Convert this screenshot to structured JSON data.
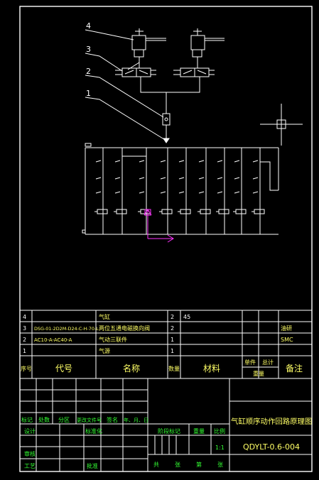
{
  "callouts": [
    "4",
    "3",
    "2",
    "1"
  ],
  "bom_rows": [
    {
      "seq": "4",
      "code": "",
      "name": "气缸",
      "qty": "2",
      "material": "45",
      "remark": ""
    },
    {
      "seq": "3",
      "code": "DSG-01-2D2M-D24-C-H-70-L",
      "name": "两位五通电磁换向阀",
      "qty": "2",
      "material": "",
      "remark": "油研"
    },
    {
      "seq": "2",
      "code": "AC10-A-AC40-A",
      "name": "气动三联件",
      "qty": "1",
      "material": "",
      "remark": "SMC"
    },
    {
      "seq": "1",
      "code": "",
      "name": "气源",
      "qty": "1",
      "material": "",
      "remark": ""
    }
  ],
  "bom_header": {
    "seq": "序号",
    "code": "代号",
    "name": "名称",
    "qty": "数量",
    "material": "材料",
    "unit_weight": "单件",
    "total_weight": "总计",
    "weight": "重量",
    "remark": "备注"
  },
  "title_block": {
    "drawing_title": "气缸顺序动作回路原理图",
    "drawing_number": "QDYLT-0.6-004",
    "row_labels": [
      "标记",
      "处数",
      "分区",
      "更改文件号",
      "签名",
      "年、月、日"
    ],
    "design": "设计",
    "standardize": "标准化",
    "review": "审核",
    "process": "工艺",
    "approve": "批准",
    "stage_mark": "阶段标记",
    "weight": "重量",
    "scale": "比例",
    "scale_value": "1:1",
    "sheets": [
      "共",
      "张",
      "第",
      "张"
    ]
  },
  "colors": {
    "line": "#ffffff",
    "yellow_text": "#ffff66",
    "green_text": "#33ff33",
    "magenta": "#ff33ff"
  }
}
